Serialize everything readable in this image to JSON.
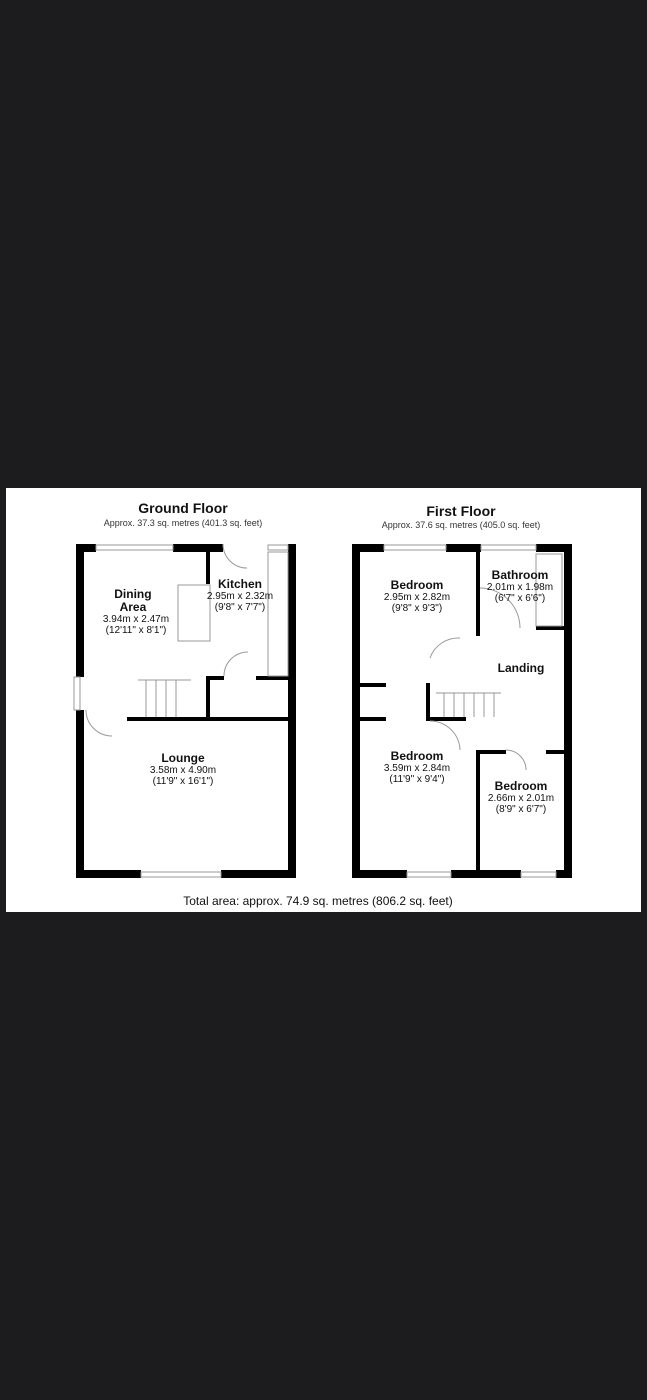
{
  "ground_floor": {
    "title": "Ground Floor",
    "area": "Approx. 37.3 sq. metres (401.3 sq. feet)",
    "rooms": [
      {
        "name": "Dining Area",
        "metric": "3.94m x 2.47m",
        "imperial": "(12'11\" x 8'1\")"
      },
      {
        "name": "Kitchen",
        "metric": "2.95m x 2.32m",
        "imperial": "(9'8\" x 7'7\")"
      },
      {
        "name": "Lounge",
        "metric": "3.58m x 4.90m",
        "imperial": "(11'9\" x 16'1\")"
      }
    ]
  },
  "first_floor": {
    "title": "First Floor",
    "area": "Approx. 37.6 sq. metres (405.0 sq. feet)",
    "rooms": [
      {
        "name": "Bedroom",
        "metric": "2.95m x 2.82m",
        "imperial": "(9'8\" x 9'3\")"
      },
      {
        "name": "Bathroom",
        "metric": "2.01m x 1.98m",
        "imperial": "(6'7\" x 6'6\")"
      },
      {
        "name": "Landing"
      },
      {
        "name": "Bedroom",
        "metric": "3.59m x 2.84m",
        "imperial": "(11'9\" x 9'4\")"
      },
      {
        "name": "Bedroom",
        "metric": "2.66m x 2.01m",
        "imperial": "(8'9\" x 6'7\")"
      }
    ]
  },
  "total_area": "Total area: approx. 74.9 sq. metres (806.2 sq. feet)"
}
